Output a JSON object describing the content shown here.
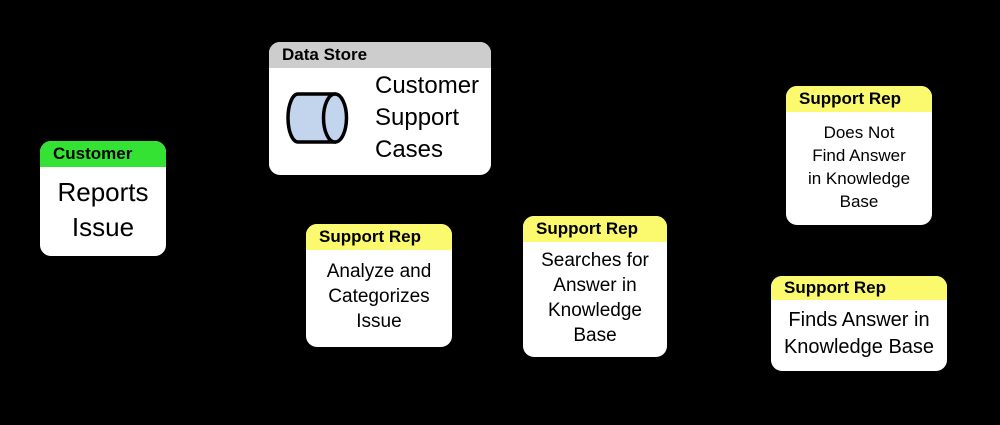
{
  "diagram": {
    "background_color": "#000000",
    "colors": {
      "customer_header": "#33e233",
      "data_store_header": "#cdcdcd",
      "support_rep_header": "#fbf96d",
      "node_body": "#ffffff",
      "cylinder_fill": "#c3d5ec",
      "text": "#000000"
    },
    "nodes": [
      {
        "role": "Customer",
        "header": "Customer",
        "header_color": "#33e233",
        "body_lines": [
          "Reports",
          "Issue"
        ]
      },
      {
        "role": "Data Store",
        "header": "Data Store",
        "header_color": "#cdcdcd",
        "icon": "database-cylinder-icon",
        "icon_fill": "#c3d5ec",
        "body_lines": [
          "Customer",
          "Support",
          "Cases"
        ]
      },
      {
        "role": "Support Rep",
        "header": "Support Rep",
        "header_color": "#fbf96d",
        "body_lines": [
          "Analyze and",
          "Categorizes",
          "Issue"
        ]
      },
      {
        "role": "Support Rep",
        "header": "Support Rep",
        "header_color": "#fbf96d",
        "body_lines": [
          "Searches for",
          "Answer in",
          "Knowledge",
          "Base"
        ]
      },
      {
        "role": "Support Rep",
        "header": "Support Rep",
        "header_color": "#fbf96d",
        "body_lines": [
          "Does Not",
          "Find Answer",
          "in Knowledge",
          "Base"
        ]
      },
      {
        "role": "Support Rep",
        "header": "Support Rep",
        "header_color": "#fbf96d",
        "body_lines": [
          "Finds Answer in",
          "Knowledge Base"
        ]
      }
    ]
  }
}
